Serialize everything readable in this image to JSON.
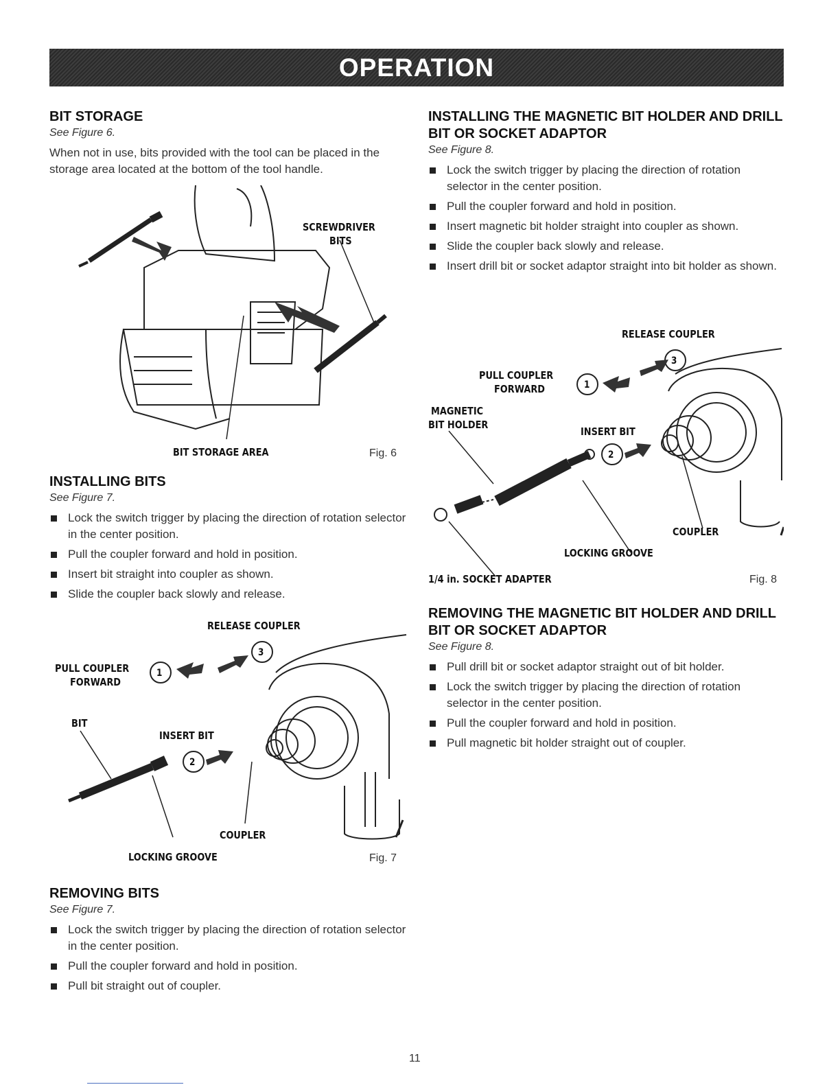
{
  "banner": {
    "title": "OPERATION"
  },
  "left": {
    "bit_storage": {
      "heading": "BIT STORAGE",
      "see": "See Figure 6.",
      "text": "When not in use, bits provided with the tool can be placed in the storage area located at the bottom of the tool handle."
    },
    "fig6": {
      "labels": {
        "screwdriver_bits_1": "SCREWDRIVER",
        "screwdriver_bits_2": "BITS",
        "storage_area": "BIT STORAGE AREA"
      },
      "number": "Fig. 6"
    },
    "installing_bits": {
      "heading": "INSTALLING BITS",
      "see": "See Figure 7.",
      "items": [
        "Lock the switch trigger by placing the direction of rotation selector in the center position.",
        "Pull the coupler forward and hold in position.",
        "Insert bit straight into coupler as shown.",
        "Slide the coupler back slowly and release."
      ]
    },
    "fig7": {
      "labels": {
        "release": "RELEASE COUPLER",
        "pull_1": "PULL COUPLER",
        "pull_2": "FORWARD",
        "bit": "BIT",
        "insert": "INSERT BIT",
        "coupler": "COUPLER",
        "groove": "LOCKING GROOVE",
        "n1": "1",
        "n2": "2",
        "n3": "3"
      },
      "number": "Fig. 7"
    },
    "removing_bits": {
      "heading": "REMOVING BITS",
      "see": "See Figure 7.",
      "items": [
        "Lock the switch trigger by placing the direction of rotation selector in the center position.",
        "Pull the coupler forward and hold in position.",
        "Pull bit straight out of coupler."
      ]
    }
  },
  "right": {
    "installing_holder": {
      "heading": "INSTALLING THE MAGNETIC BIT HOLDER AND DRILL BIT OR SOCKET ADAPTOR",
      "see": "See Figure 8.",
      "items": [
        "Lock the switch trigger by placing the direction of rotation selector in the center position.",
        "Pull the coupler forward and hold in position.",
        "Insert magnetic bit holder straight into coupler as shown.",
        "Slide the coupler back slowly and release.",
        "Insert drill bit or socket adaptor straight into bit holder as shown."
      ]
    },
    "fig8": {
      "labels": {
        "release": "RELEASE COUPLER",
        "pull_1": "PULL COUPLER",
        "pull_2": "FORWARD",
        "magnetic_1": "MAGNETIC",
        "magnetic_2": "BIT HOLDER",
        "insert": "INSERT BIT",
        "coupler": "COUPLER",
        "groove": "LOCKING GROOVE",
        "socket": "1/4 in. SOCKET ADAPTER",
        "n1": "1",
        "n2": "2",
        "n3": "3"
      },
      "number": "Fig. 8"
    },
    "removing_holder": {
      "heading": "REMOVING THE MAGNETIC BIT HOLDER AND DRILL BIT OR SOCKET ADAPTOR",
      "see": "See Figure 8.",
      "items": [
        "Pull drill bit or socket adaptor straight out of bit holder.",
        "Lock the switch trigger by placing the direction of rotation selector in the center position.",
        "Pull the coupler forward and hold in position.",
        "Pull magnetic bit holder straight out of coupler."
      ]
    }
  },
  "page_number": "11"
}
